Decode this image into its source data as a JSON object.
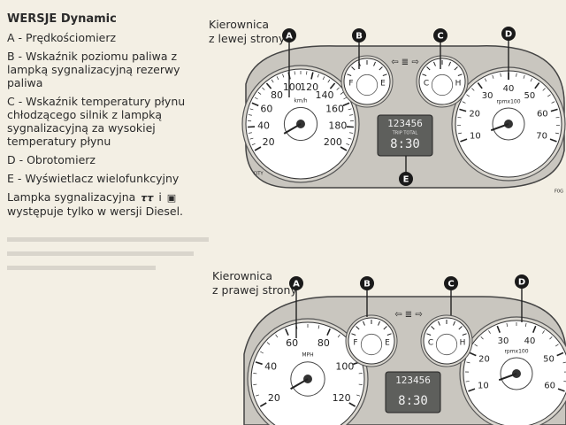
{
  "legend": {
    "title": "WERSJE Dynamic",
    "items": [
      {
        "key": "A",
        "text": "A - Prędkościomierz"
      },
      {
        "key": "B",
        "text": "B - Wskaźnik poziomu paliwa z lampką sygnalizacyjną rezerwy paliwa"
      },
      {
        "key": "C",
        "text": "C - Wskaźnik temperatury płynu chłodzącego silnik z lampką sygnalizacyjną za wysokiej temperatury płynu"
      },
      {
        "key": "D",
        "text": "D - Obrotomierz"
      },
      {
        "key": "E",
        "text": "E - Wyświetlacz wielofunkcyjny"
      }
    ],
    "note_prefix": "Lampka sygnalizacyjna",
    "note_icon": "glow-plug-icon",
    "note_join": "i",
    "note_icon2": "diesel-filter-icon",
    "note_suffix": "występuje tylko w wersji Diesel."
  },
  "panel_left": {
    "heading_line1": "Kierownica",
    "heading_line2": "z lewej strony",
    "callouts": [
      "A",
      "B",
      "C",
      "D",
      "E"
    ],
    "speedo_ticks": [
      "20",
      "40",
      "60",
      "80",
      "100",
      "120",
      "140",
      "160",
      "180",
      "200"
    ],
    "speedo_unit": "km/h",
    "tacho_ticks": [
      "10",
      "20",
      "30",
      "40",
      "50",
      "60",
      "70"
    ],
    "tacho_unit": "rpmx100",
    "display_odometer": "123456",
    "display_trip": "TRIP TOTAL",
    "display_time": "8:30",
    "city_label": "CITY",
    "figure_code": "F0G",
    "fuel_labels": [
      "F",
      "E"
    ],
    "temp_labels": [
      "C",
      "H"
    ]
  },
  "panel_right": {
    "heading_line1": "Kierownica",
    "heading_line2": "z prawej strony",
    "callouts": [
      "A",
      "B",
      "C",
      "D"
    ],
    "speedo_ticks": [
      "20",
      "40",
      "60",
      "80",
      "100",
      "120"
    ],
    "speedo_unit": "MPH",
    "tacho_ticks": [
      "10",
      "20",
      "30",
      "40",
      "50",
      "60"
    ],
    "tacho_unit": "rpmx100",
    "display_odometer": "123456",
    "display_time": "8:30",
    "fuel_labels": [
      "F",
      "E"
    ],
    "temp_labels": [
      "C",
      "H"
    ]
  }
}
